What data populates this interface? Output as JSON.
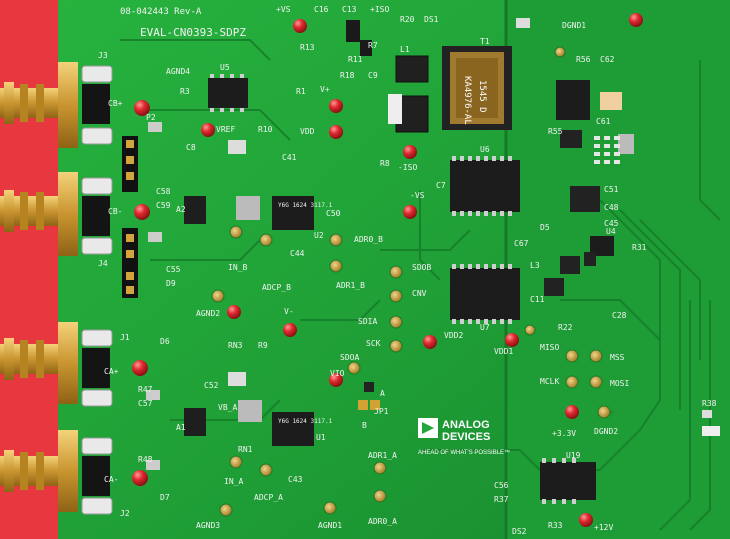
{
  "board": {
    "id_text": "08-042443 Rev-A",
    "title": "EVAL-CN0393-SDPZ",
    "colors": {
      "background": "#e8383f",
      "pcb_green": "#22a83a",
      "pcb_dark": "#137a28",
      "silk": "#f2f2f2",
      "gold": "#d8a838",
      "chip": "#1c1c1c",
      "testpoint_red": "#d8202a"
    }
  },
  "labels": {
    "top_pos_vs": "+VS",
    "top_iso": "+ISO",
    "c16": "C16",
    "c13": "C13",
    "r20": "R20",
    "ds1": "DS1",
    "dgnd1": "DGND1",
    "j3": "J3",
    "agnd4": "AGND4",
    "u5": "U5",
    "r3": "R3",
    "r13": "R13",
    "r7": "R7",
    "r11": "R11",
    "l1": "L1",
    "t1": "T1",
    "r56": "R56",
    "c62": "C62",
    "cb_pos": "CB+",
    "p2": "P2",
    "vref": "VREF",
    "r10": "R10",
    "r1": "R1",
    "v_pos": "V+",
    "r18": "R18",
    "c9": "C9",
    "vdd": "VDD",
    "iso_neg": "-ISO",
    "r8": "R8",
    "u6": "U6",
    "r55": "R55",
    "c61": "C61",
    "cb_neg": "CB-",
    "j4": "J4",
    "a2": "A2",
    "c59": "C59",
    "c58": "C58",
    "c8": "C8",
    "u2": "U2",
    "c41": "C41",
    "c44": "C44",
    "c50": "C50",
    "in_b": "IN_B",
    "adcp_b": "ADCP_B",
    "adr0_b": "ADR0_B",
    "adr1_b": "ADR1_B",
    "neg_vs": "-VS",
    "c7": "C7",
    "c51": "C51",
    "c48": "C48",
    "c45": "C45",
    "d5": "D5",
    "u4": "U4",
    "r31": "R31",
    "c67": "C67",
    "l3": "L3",
    "c55": "C55",
    "d9": "D9",
    "sdo_b": "SDOB",
    "cnv": "CNV",
    "agnd2": "AGND2",
    "v_neg": "V-",
    "sdia": "SDIA",
    "sck": "SCK",
    "u7": "U7",
    "c11": "C11",
    "r22": "R22",
    "c28": "C28",
    "j1": "J1",
    "d6": "D6",
    "rn3": "RN3",
    "r9": "R9",
    "vdd2": "VDD2",
    "vdd1": "VDD1",
    "miso": "MISO",
    "mss": "MSS",
    "sdoa": "SDOA",
    "ca_pos": "CA+",
    "r47": "R47",
    "c57": "C57",
    "c52": "C52",
    "vio": "VIO",
    "mclk": "MCLK",
    "mosi": "MOSI",
    "jp1": "JP1",
    "a": "A",
    "b": "B",
    "a1": "A1",
    "vb_a": "VB_A",
    "u1": "U1",
    "r38": "R38",
    "plus_3v3": "+3.3V",
    "dgnd2": "DGND2",
    "ca_neg": "CA-",
    "r48": "R48",
    "rn1": "RN1",
    "c43": "C43",
    "in_a": "IN_A",
    "adr1_a": "ADR1_A",
    "d7": "D7",
    "j2": "J2",
    "u19": "U19",
    "c56": "C56",
    "r37": "R37",
    "agnd3": "AGND3",
    "adcp_a": "ADCP_A",
    "agnd1": "AGND1",
    "adr0_a": "ADR0_A",
    "ds2": "DS2",
    "r33": "R33",
    "plus_12v": "+12V"
  },
  "logo": {
    "line1": "ANALOG",
    "line2": "DEVICES",
    "tagline": "AHEAD OF WHAT'S POSSIBLE™"
  },
  "transformer": {
    "line1": "KA4976-AL",
    "line2": "1545 D"
  },
  "chip_text": {
    "u1": "Y6G 1624 3117.1",
    "u2": "Y6G 1624 3117.1"
  }
}
